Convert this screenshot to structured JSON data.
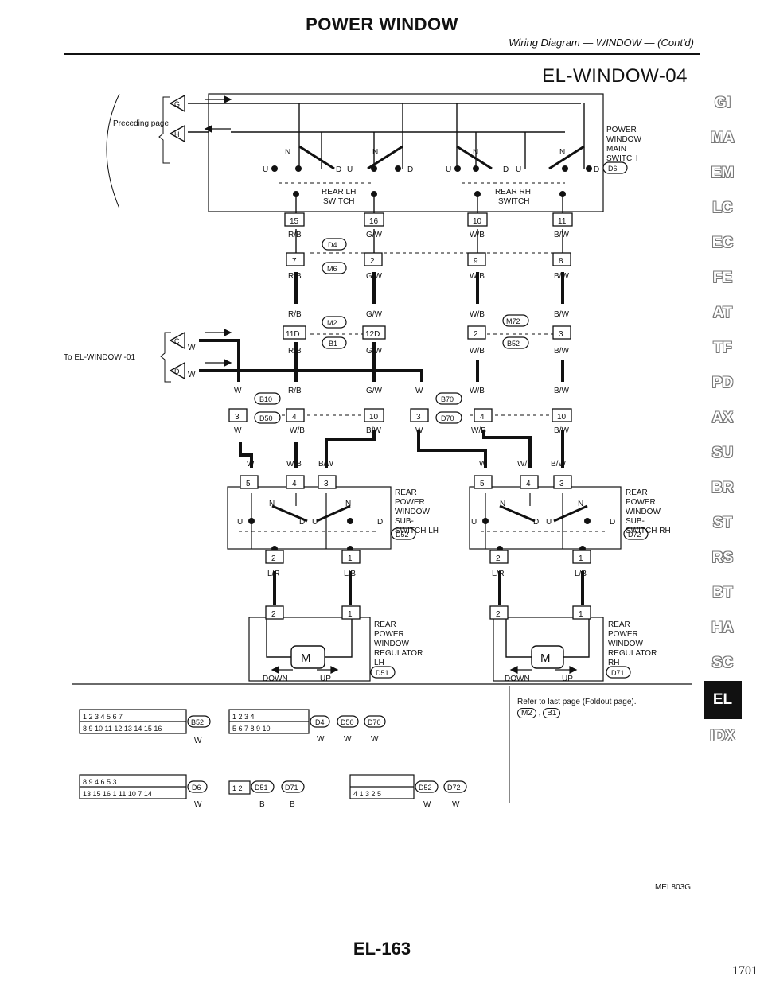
{
  "header": {
    "title": "POWER WINDOW",
    "subtitle": "Wiring Diagram — WINDOW — (Cont'd)",
    "diagram_code": "EL-WINDOW-04"
  },
  "sidebar": {
    "items": [
      "GI",
      "MA",
      "EM",
      "LC",
      "EC",
      "FE",
      "AT",
      "TF",
      "PD",
      "AX",
      "SU",
      "BR",
      "ST",
      "RS",
      "BT",
      "HA",
      "SC",
      "EL",
      "IDX"
    ],
    "active": "EL"
  },
  "diagram": {
    "preceding_page": "Preceding page",
    "to_window": "To EL-WINDOW -01",
    "arrow_g": "G",
    "arrow_h": "H",
    "arrow_c": "C",
    "arrow_d": "D",
    "main_switch": [
      "POWER",
      "WINDOW",
      "MAIN",
      "SWITCH"
    ],
    "main_switch_conn": "D6",
    "rear_lh_switch": [
      "REAR LH",
      "SWITCH"
    ],
    "rear_rh_switch": [
      "REAR RH",
      "SWITCH"
    ],
    "sub_switch_lh": [
      "REAR",
      "POWER",
      "WINDOW",
      "SUB-",
      "SWITCH LH"
    ],
    "sub_switch_lh_conn": "D52",
    "sub_switch_rh": [
      "REAR",
      "POWER",
      "WINDOW",
      "SUB-",
      "SWITCH RH"
    ],
    "sub_switch_rh_conn": "D72",
    "regulator_lh": [
      "REAR",
      "POWER",
      "WINDOW",
      "REGULATOR",
      "LH"
    ],
    "regulator_lh_conn": "D51",
    "regulator_rh": [
      "REAR",
      "POWER",
      "WINDOW",
      "REGULATOR",
      "RH"
    ],
    "regulator_rh_conn": "D71",
    "down": "DOWN",
    "up": "UP",
    "motor": "M",
    "n": "N",
    "u": "U",
    "d": "D",
    "pins_main": [
      "15",
      "16",
      "10",
      "11"
    ],
    "wires_main": [
      "R/B",
      "G/W",
      "W/B",
      "B/W"
    ],
    "conn_d4": "D4",
    "conn_m6": "M6",
    "pins_row2": [
      "7",
      "2",
      "9",
      "8"
    ],
    "conn_m2": "M2",
    "conn_b1": "B1",
    "conn_m72": "M72",
    "conn_b52": "B52",
    "pins_row3": [
      "11D",
      "12D",
      "2",
      "3"
    ],
    "w": "W",
    "conn_b10": "B10",
    "conn_d50": "D50",
    "conn_b70": "B70",
    "conn_d70": "D70",
    "pins_row4": [
      "3",
      "4",
      "10",
      "3",
      "4",
      "10"
    ],
    "wires_row4b": [
      "W",
      "W/B",
      "B/W",
      "W",
      "W/B",
      "B/W"
    ],
    "wb": "W/B",
    "bw": "B/W",
    "lr": "L/R",
    "lb": "L/B",
    "pins_sub": [
      "5",
      "4",
      "3"
    ],
    "pins_out": [
      "2",
      "1"
    ]
  },
  "connectors_legend": {
    "b52": {
      "top": [
        "1",
        "2",
        "3",
        "",
        "4",
        "5",
        "6",
        "7"
      ],
      "bottom": [
        "8",
        "9",
        "10",
        "11",
        "12",
        "13",
        "14",
        "15",
        "16"
      ],
      "id": "B52",
      "color": "W"
    },
    "d4": {
      "top": [
        "1",
        "2",
        "",
        "3",
        "4"
      ],
      "bottom": [
        "5",
        "6",
        "7",
        "8",
        "9",
        "10"
      ],
      "ids": [
        "D4",
        "D50",
        "D70"
      ],
      "colors": [
        "W",
        "W",
        "W"
      ]
    },
    "d6": {
      "top": [
        "8",
        "9",
        "",
        "4",
        "6",
        "5",
        "3"
      ],
      "bottom": [
        "13",
        "15",
        "16",
        "1",
        "11",
        "10",
        "7",
        "14"
      ],
      "id": "D6",
      "color": "W"
    },
    "d51": {
      "pins": [
        "1",
        "2"
      ],
      "ids": [
        "D51",
        "D71"
      ],
      "colors": [
        "B",
        "B"
      ]
    },
    "d52": {
      "pins": [
        "4",
        "1",
        "3",
        "2",
        "5"
      ],
      "ids": [
        "D52",
        "D72"
      ],
      "colors": [
        "W",
        "W"
      ]
    }
  },
  "footer": {
    "refer": "Refer to last page (Foldout page).",
    "refer_ids": [
      "M2",
      "B1"
    ],
    "figure_code": "MEL803G",
    "page_label": "EL-163",
    "page_number": "1701"
  }
}
